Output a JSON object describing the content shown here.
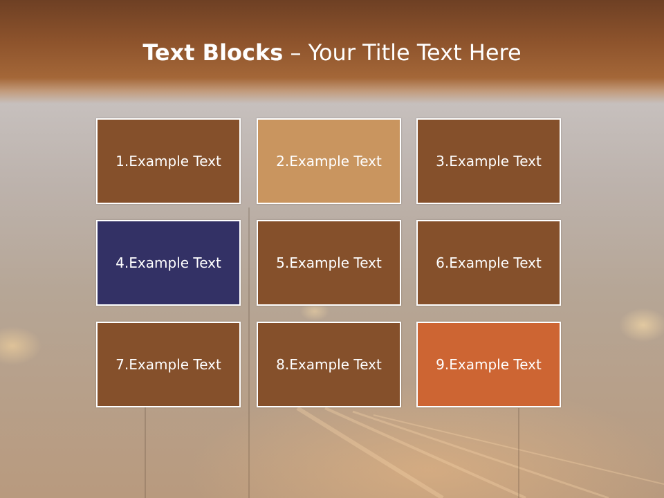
{
  "slide": {
    "title_bold": "Text Blocks",
    "title_rest": " – Your Title Text Here"
  },
  "blocks": [
    {
      "label": "1.Example Text",
      "color": "#85502b"
    },
    {
      "label": "2.Example Text",
      "color": "#c9955f"
    },
    {
      "label": "3.Example Text",
      "color": "#85502b"
    },
    {
      "label": "4.Example Text",
      "color": "#333165"
    },
    {
      "label": "5.Example Text",
      "color": "#85502b"
    },
    {
      "label": "6.Example Text",
      "color": "#85502b"
    },
    {
      "label": "7.Example Text",
      "color": "#85502b"
    },
    {
      "label": "8.Example Text",
      "color": "#85502b"
    },
    {
      "label": "9.Example Text",
      "color": "#cd6533"
    }
  ]
}
